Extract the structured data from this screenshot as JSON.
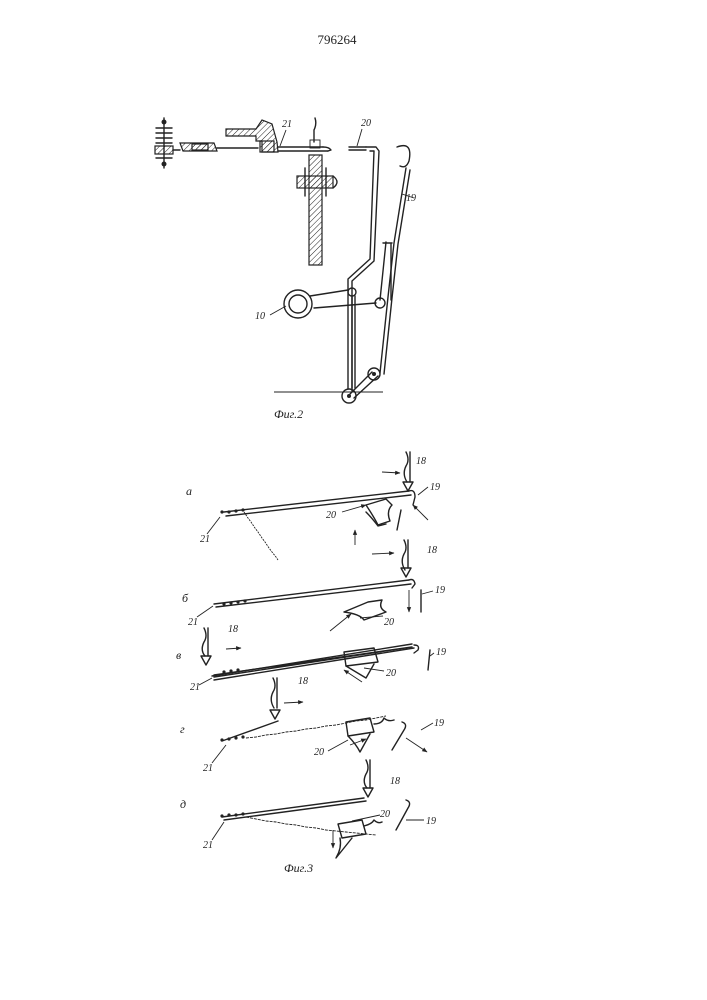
{
  "patent_number": "796264",
  "fig2": {
    "caption": "Фиг.2",
    "labels": {
      "l21": "21",
      "l20": "20",
      "l19": "19",
      "l10": "10"
    }
  },
  "fig3": {
    "caption": "Фиг.3",
    "panels": [
      {
        "letter": "а",
        "l18": "18",
        "l19": "19",
        "l20": "20",
        "l21": "21"
      },
      {
        "letter": "б",
        "l18": "18",
        "l19": "19",
        "l20": "20",
        "l21": "21"
      },
      {
        "letter": "в",
        "l18": "18",
        "l19": "19",
        "l20": "20",
        "l21": "21"
      },
      {
        "letter": "г",
        "l18": "18",
        "l19": "19",
        "l20": "20",
        "l21": "21"
      },
      {
        "letter": "д",
        "l18": "18",
        "l19": "19",
        "l20": "20",
        "l21": "21"
      }
    ]
  }
}
